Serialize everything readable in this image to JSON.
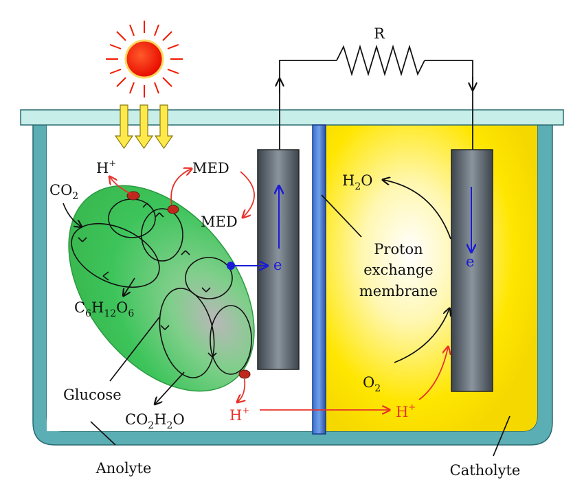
{
  "labels": {
    "resistor": "R",
    "h_plus_top": "H",
    "h_plus_top_sup": "+",
    "co2_prefix": "CO",
    "co2_sub": "2",
    "med_top": "MED",
    "med_bottom": "MED",
    "electron_anode": "e",
    "electron_cathode": "e",
    "glucose_formula_c": "C",
    "glucose_formula_c_sub": "6",
    "glucose_formula_h": "H",
    "glucose_formula_h_sub": "12",
    "glucose_formula_o": "O",
    "glucose_formula_o_sub": "6",
    "glucose": "Glucose",
    "products_c": "CO",
    "products_c_sub": "2",
    "products_h": "H",
    "products_h_sub": "2",
    "products_o": "O",
    "h_plus_bottom_left": "H",
    "h_plus_bottom_left_sup": "+",
    "h_plus_bottom_right": "H",
    "h_plus_bottom_right_sup": "+",
    "water_h": "H",
    "water_sub": "2",
    "water_o": "O",
    "membrane_line1": "Proton",
    "membrane_line2": "exchange",
    "membrane_line3": "membrane",
    "oxygen_o": "O",
    "oxygen_sub": "2",
    "anolyte": "Anolyte",
    "catholyte": "Catholyte"
  },
  "colors": {
    "tank": "#5aaeb4",
    "lid": "#c8eeea",
    "cell": "#3cc45a",
    "catholyte": "#ffe600",
    "electrode": "#4c5660",
    "membrane": "#2e5fb8",
    "sun": "#f01a00",
    "red_label": "#e8322a",
    "blue_label": "#1a1ad8"
  }
}
